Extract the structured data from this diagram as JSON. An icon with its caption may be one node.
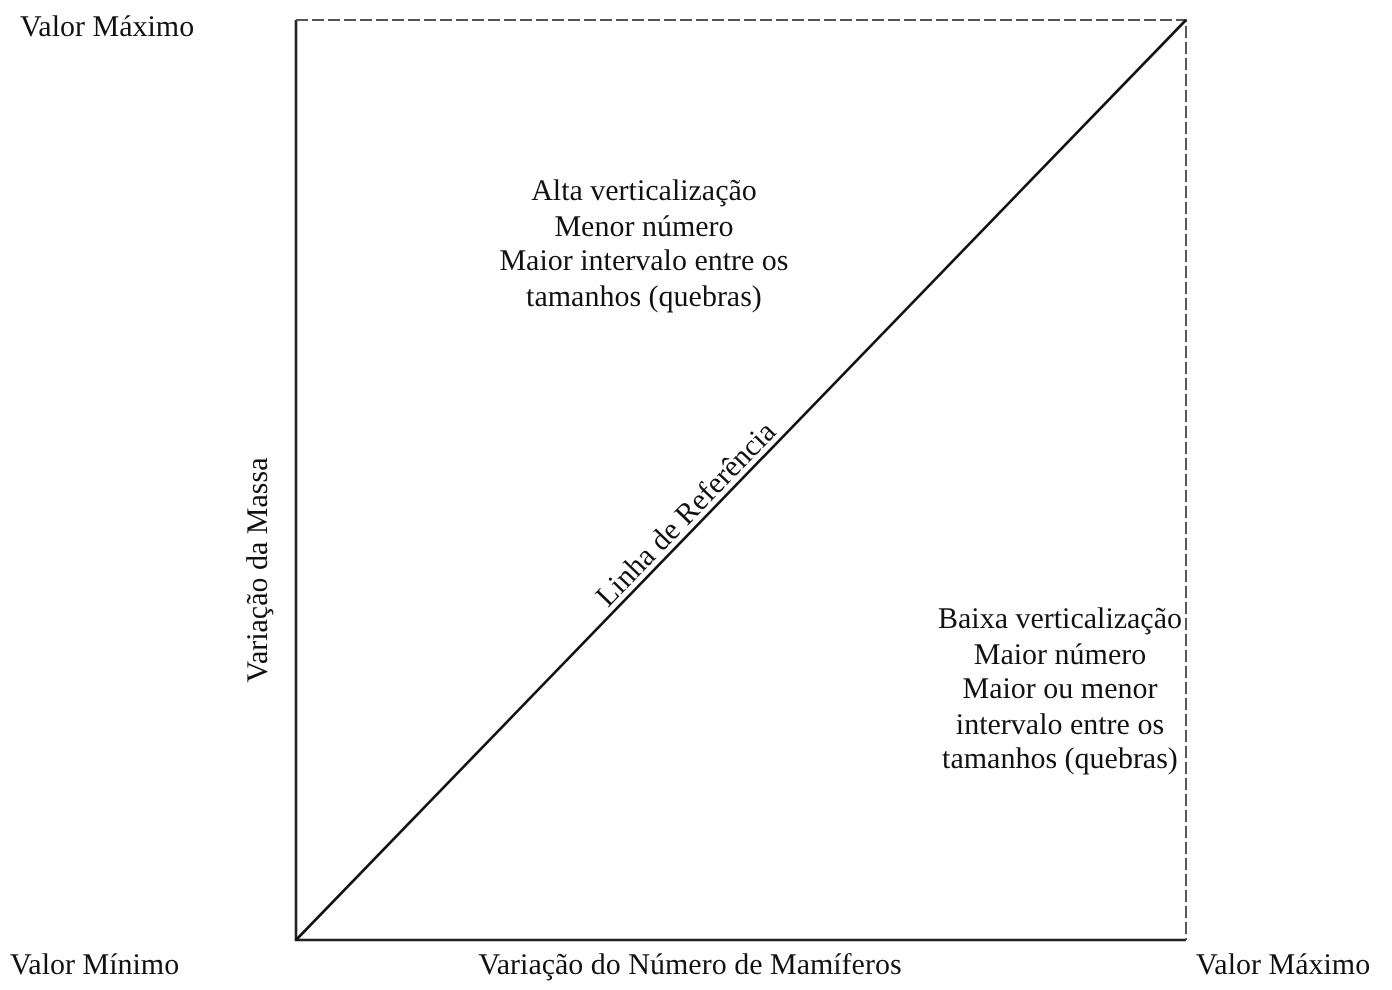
{
  "diagram": {
    "labels": [
      "Valor Máximo",
      "Alta verticalização",
      "Menor número",
      "Maior intervalo entre os tamanhos (quebras)",
      "Linha de Referência",
      "Baixa verticalização",
      "Maior número",
      "Maior ou menor intervalo entre os tamanhos (quebras)",
      "Variação da Massa",
      "Valor Mínimo",
      "Variação do Número de Mamíferos",
      "Valor Máximo"
    ]
  }
}
